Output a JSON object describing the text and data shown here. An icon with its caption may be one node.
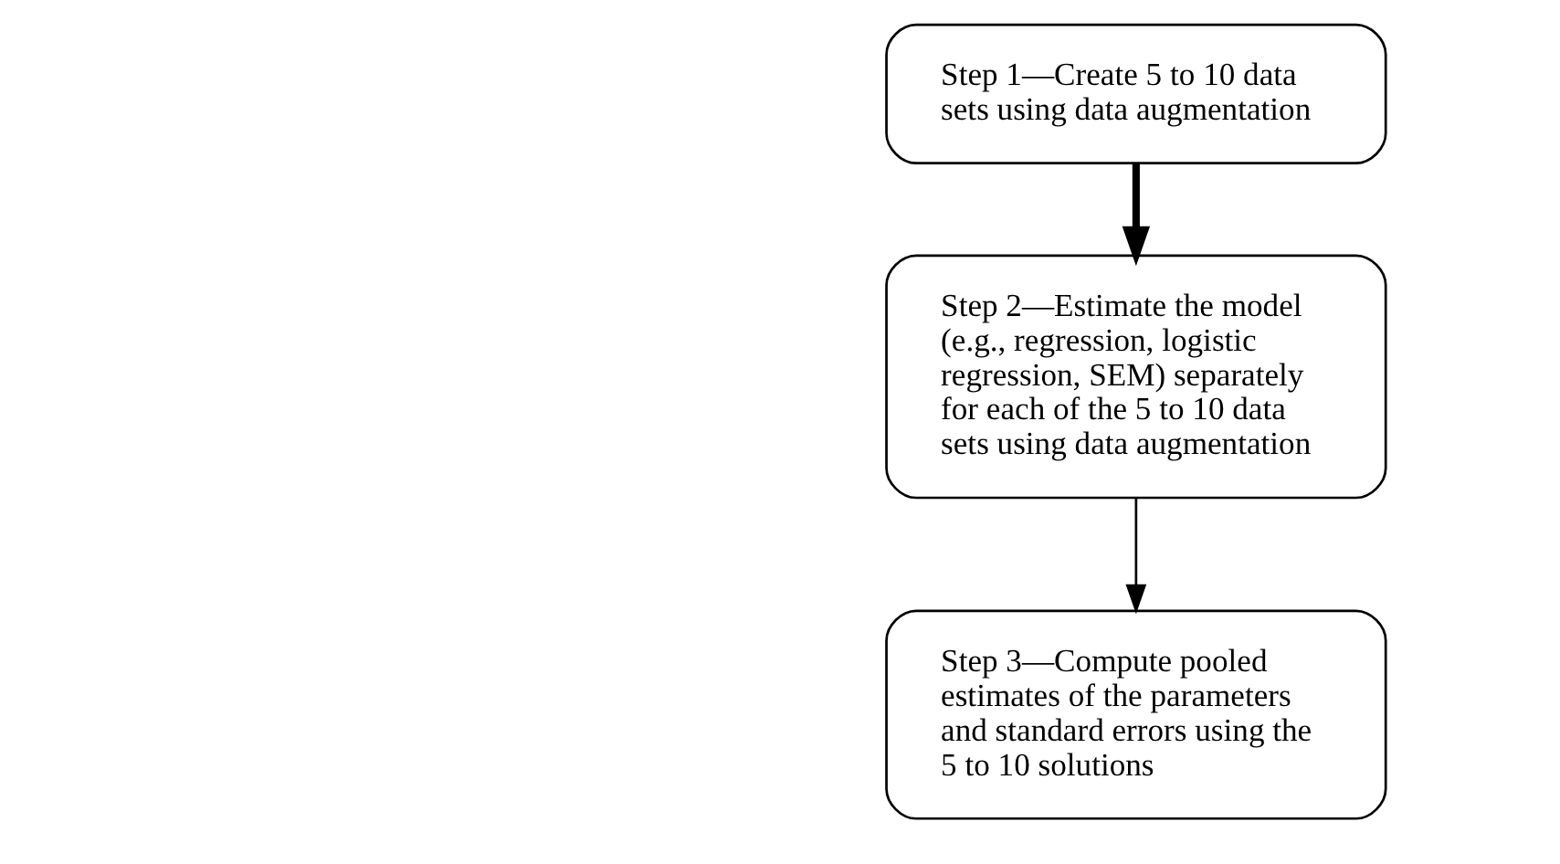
{
  "diagram": {
    "nodes": [
      {
        "text": [
          "Step 1—Create 5 to 10 data sets using data augmentation"
        ]
      },
      {
        "text": [
          "Step 2—Estimate the model (e.g., regression, logistic regression, SEM) separately for each of the 5 to 10 data sets using data augmentation"
        ]
      },
      {
        "text": [
          "Step 3—Compute pooled estimates of the parameters and standard errors using the 5 to 10 solutions"
        ]
      }
    ],
    "edges": [
      {
        "from": 0,
        "to": 1,
        "arrow": "to",
        "style": "thick"
      },
      {
        "from": 1,
        "to": 2,
        "arrow": "to"
      }
    ]
  }
}
